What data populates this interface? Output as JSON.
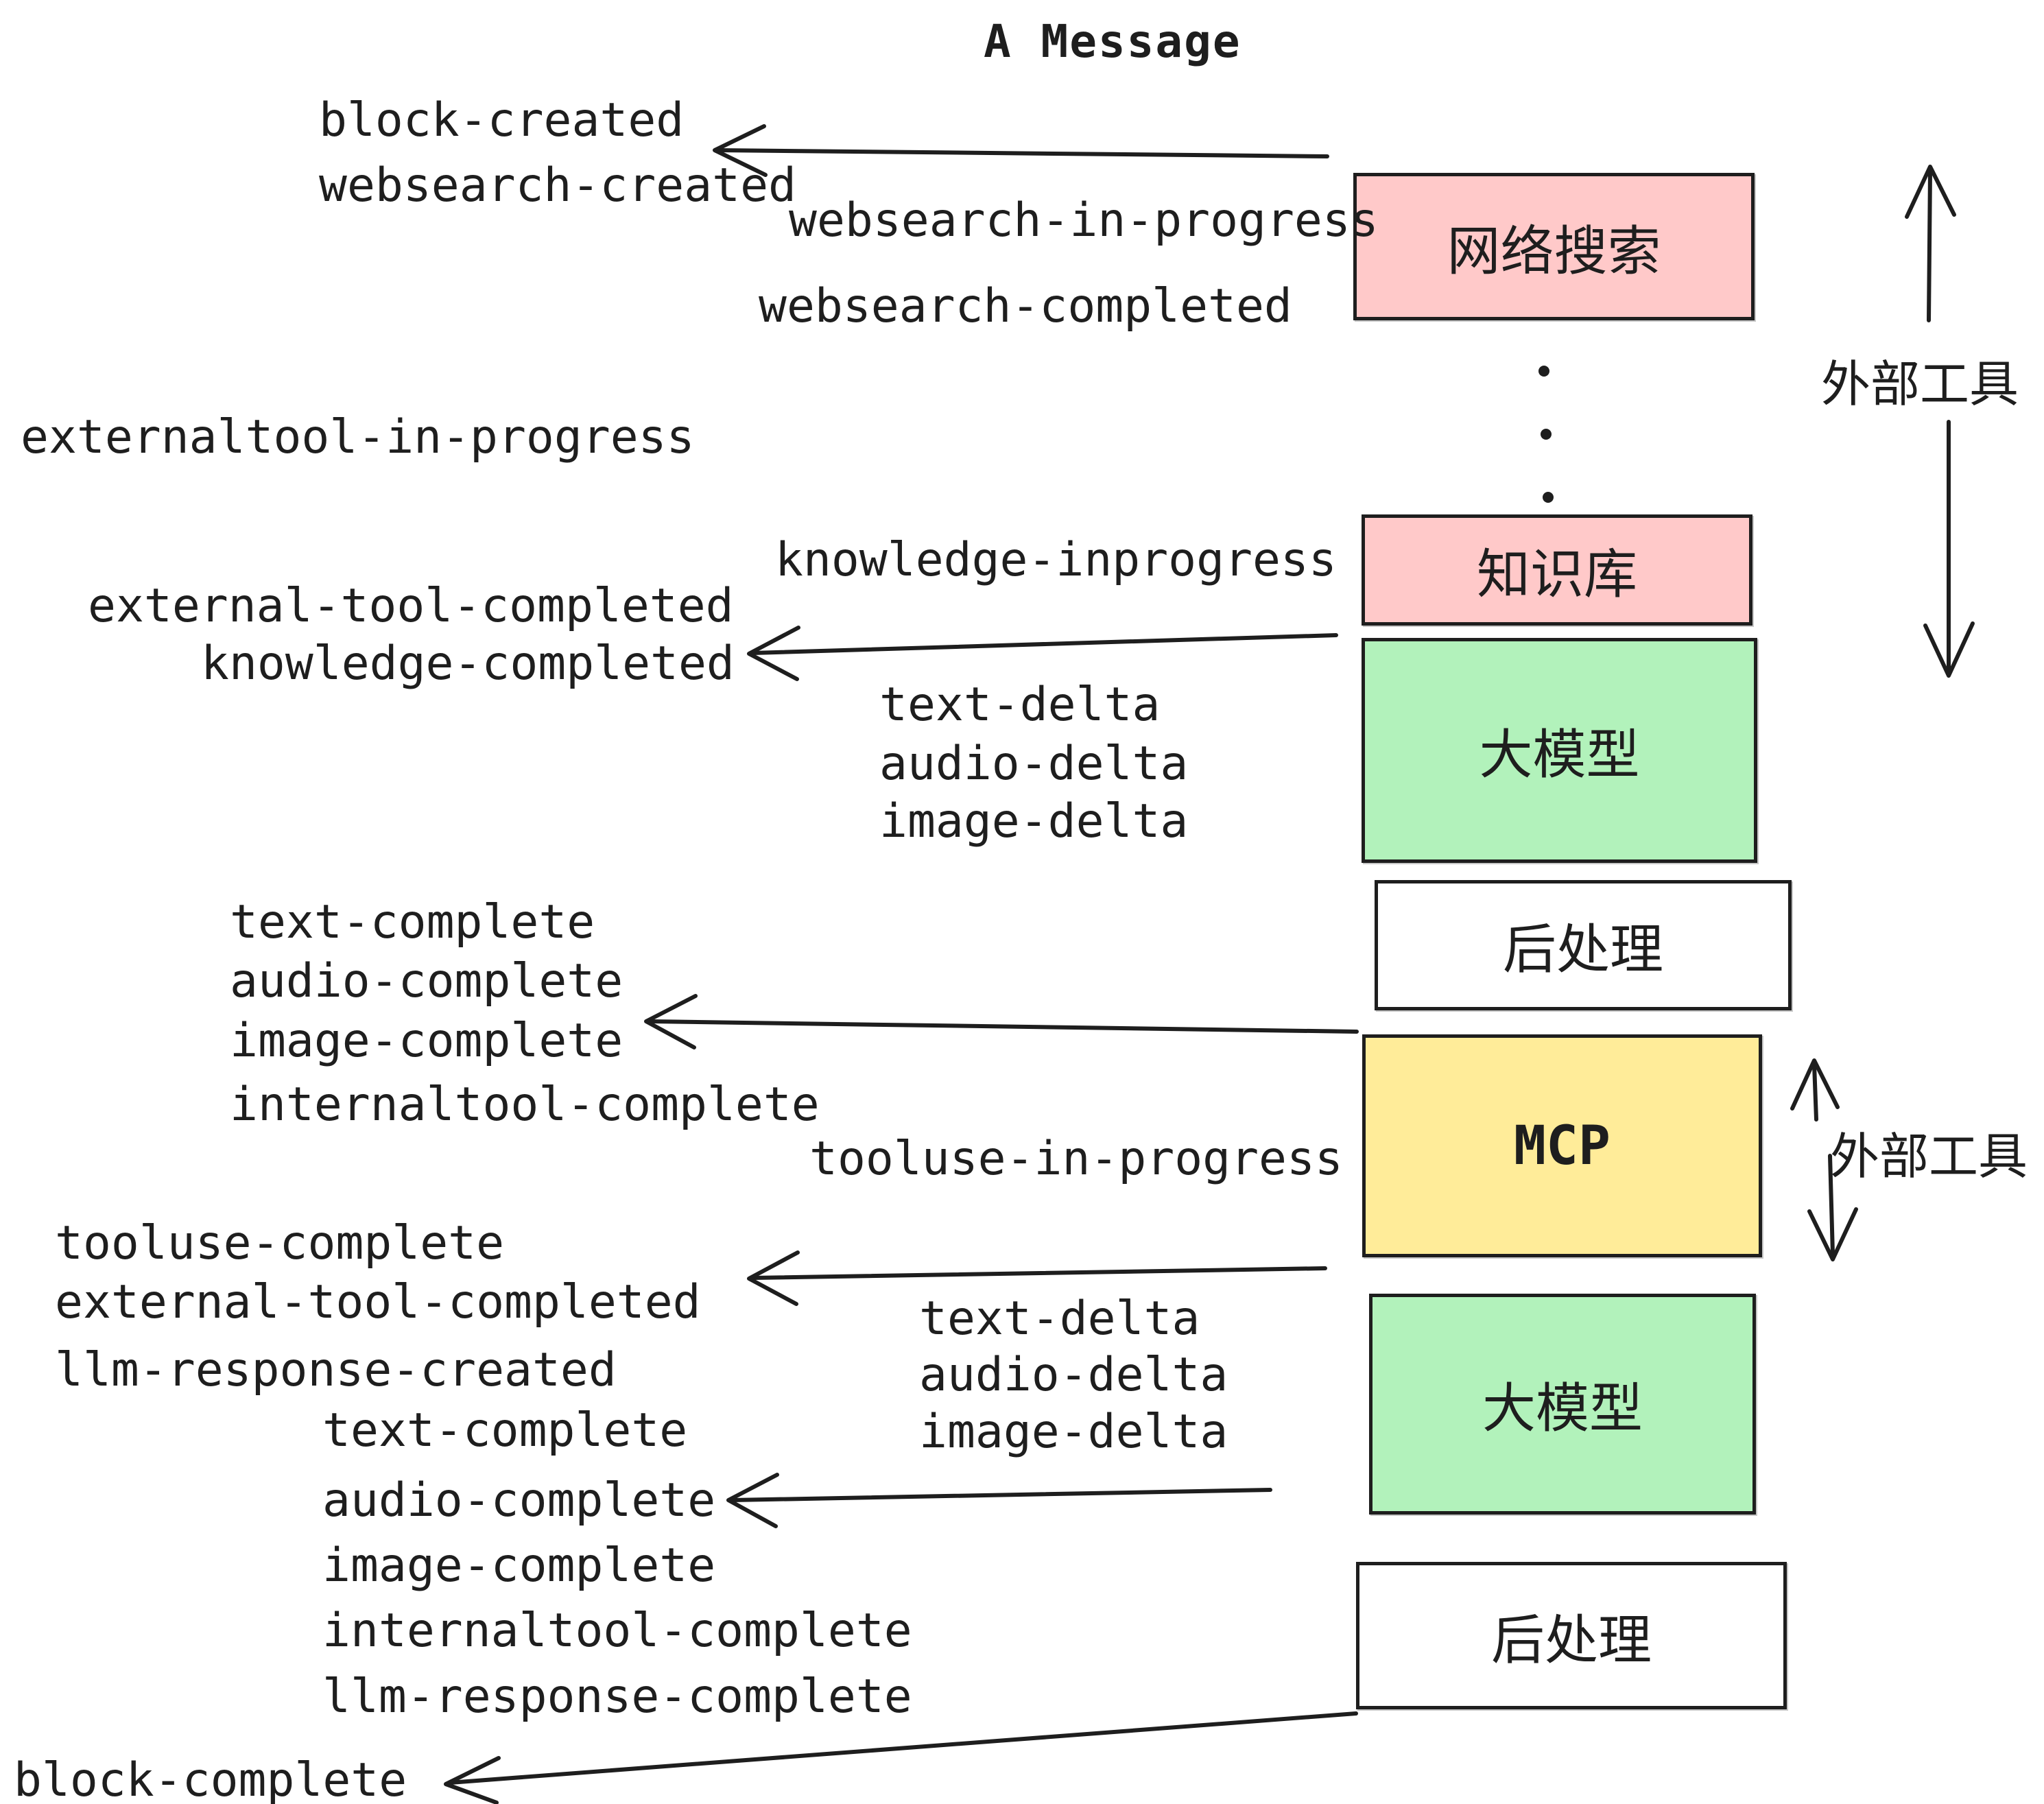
{
  "title": "A Message",
  "colors": {
    "ink": "#1e1e1e",
    "pink": "#FFC9C9",
    "green": "#B2F2BB",
    "yellow": "#FFEC99",
    "paper": "#ffffff"
  },
  "boxes": [
    {
      "id": "websearch",
      "label": "网络搜索",
      "color": "pink"
    },
    {
      "id": "knowledge",
      "label": "知识库",
      "color": "pink"
    },
    {
      "id": "llm-1",
      "label": "大模型",
      "color": "green"
    },
    {
      "id": "post-1",
      "label": "后处理",
      "color": "white"
    },
    {
      "id": "mcp",
      "label": "MCP",
      "color": "yellow"
    },
    {
      "id": "llm-2",
      "label": "大模型",
      "color": "green"
    },
    {
      "id": "post-2",
      "label": "后处理",
      "color": "white"
    }
  ],
  "side_labels": {
    "external_tools_top": "外部工具",
    "external_tools_mid": "外部工具"
  },
  "events": {
    "block_created": "block-created",
    "websearch_created": "websearch-created",
    "websearch_in_progress": "websearch-in-progress",
    "websearch_completed": "websearch-completed",
    "externaltool_in_progress": "externaltool-in-progress",
    "knowledge_inprogress": "knowledge-inprogress",
    "external_tool_completed": "external-tool-completed",
    "knowledge_completed": "knowledge-completed",
    "text_delta_1": "text-delta",
    "audio_delta_1": "audio-delta",
    "image_delta_1": "image-delta",
    "text_complete_1": "text-complete",
    "audio_complete_1": "audio-complete",
    "image_complete_1": "image-complete",
    "internaltool_complete_1": "internaltool-complete",
    "tooluse_in_progress": "tooluse-in-progress",
    "tooluse_complete": "tooluse-complete",
    "external_tool_completed_2": "external-tool-completed",
    "llm_response_created": "llm-response-created",
    "text_complete_2": "text-complete",
    "audio_complete_2": "audio-complete",
    "image_complete_2": "image-complete",
    "internaltool_complete_2": "internaltool-complete",
    "llm_response_complete": "llm-response-complete",
    "block_complete": "block-complete",
    "text_delta_2": "text-delta",
    "audio_delta_2": "audio-delta",
    "image_delta_2": "image-delta"
  }
}
